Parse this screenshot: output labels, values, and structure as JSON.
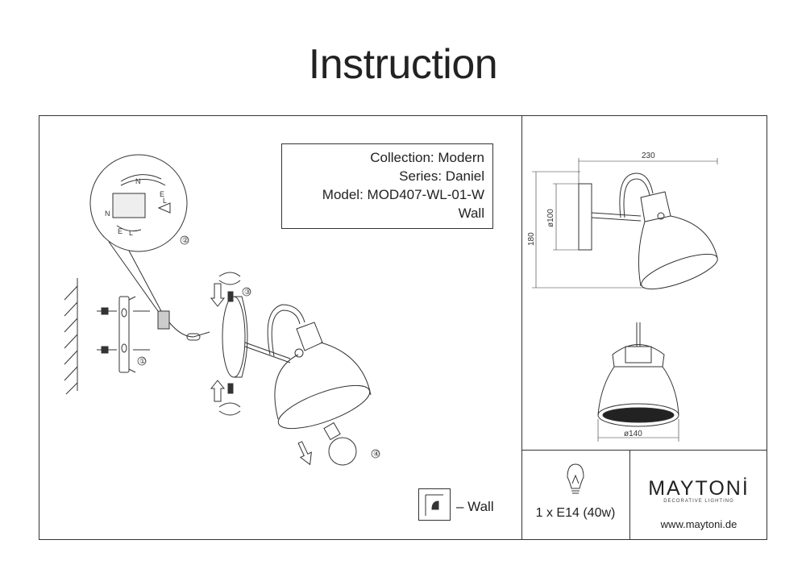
{
  "header": {
    "title": "Instruction"
  },
  "info": {
    "collection": "Collection: Modern",
    "series": "Series: Daniel",
    "model": "Model: MOD407-WL-01-W",
    "type": "Wall"
  },
  "assembly": {
    "steps": [
      "①",
      "②",
      "③",
      "④"
    ],
    "wire_labels": [
      "N",
      "E",
      "L",
      "N",
      "E",
      "L"
    ]
  },
  "dimensions": {
    "width": "230",
    "height": "180",
    "base_diameter": "ø100",
    "shade_diameter": "ø140"
  },
  "legend": {
    "wall_label": "– Wall"
  },
  "bulb": {
    "spec": "1 x E14 (40w)"
  },
  "brand": {
    "name": "MAYTONİ",
    "tagline": "DECORATIVE LIGHTING",
    "url": "www.maytoni.de"
  }
}
